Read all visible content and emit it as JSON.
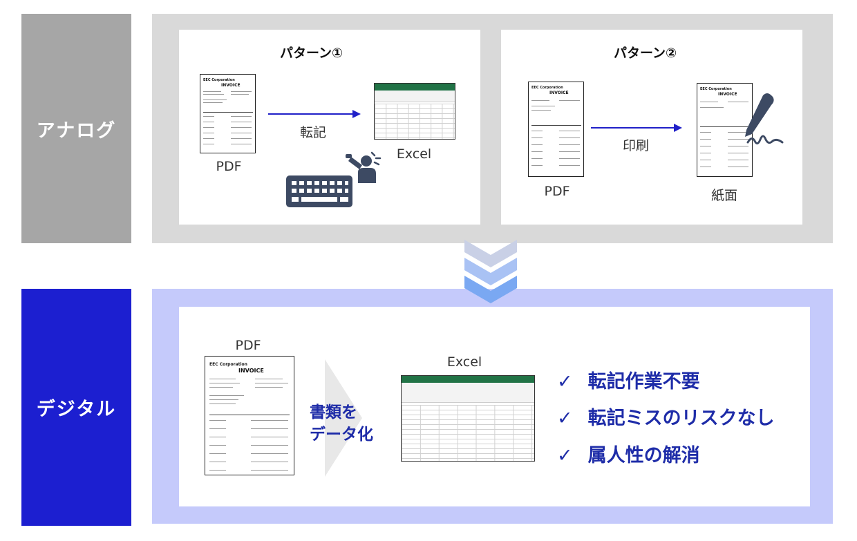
{
  "rows": {
    "analog": "アナログ",
    "digital": "デジタル"
  },
  "analog": {
    "pattern1": {
      "title": "パターン①",
      "source_label": "PDF",
      "action_label": "転記",
      "target_label": "Excel"
    },
    "pattern2": {
      "title": "パターン②",
      "source_label": "PDF",
      "action_label": "印刷",
      "target_label": "紙面"
    }
  },
  "digital": {
    "source_label": "PDF",
    "convert_label": "書類を\nデータ化",
    "target_label": "Excel",
    "benefits": [
      "転記作業不要",
      "転記ミスのリスクなし",
      "属人性の解消"
    ]
  },
  "doc": {
    "company": "EEC Corporation",
    "title": "INVOICE"
  },
  "icons": {
    "keyboard": "keyboard-icon",
    "person": "stressed-person-icon",
    "pen": "pen-signature-icon",
    "check": "check-icon"
  },
  "colors": {
    "analog_label": "#a6a6a6",
    "digital_label": "#1c1fd0",
    "arrow": "#2020c8",
    "benefit_text": "#1e2ca8"
  }
}
